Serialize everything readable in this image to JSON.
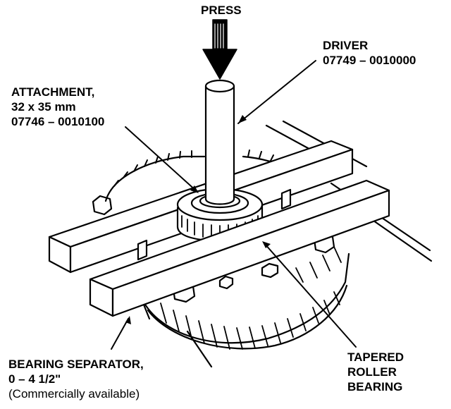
{
  "labels": {
    "press": "PRESS",
    "driver": {
      "title": "DRIVER",
      "part": "07749 – 0010000"
    },
    "attachment": {
      "title": "ATTACHMENT,",
      "size": "32 x 35 mm",
      "part": "07746 – 0010100"
    },
    "separator": {
      "title": "BEARING SEPARATOR,",
      "range": "0 – 4 1/2\"",
      "note": "(Commercially available)"
    },
    "bearing": {
      "line1": "TAPERED",
      "line2": "ROLLER",
      "line3": "BEARING"
    }
  },
  "colors": {
    "ink": "#000000",
    "paper": "#ffffff"
  }
}
